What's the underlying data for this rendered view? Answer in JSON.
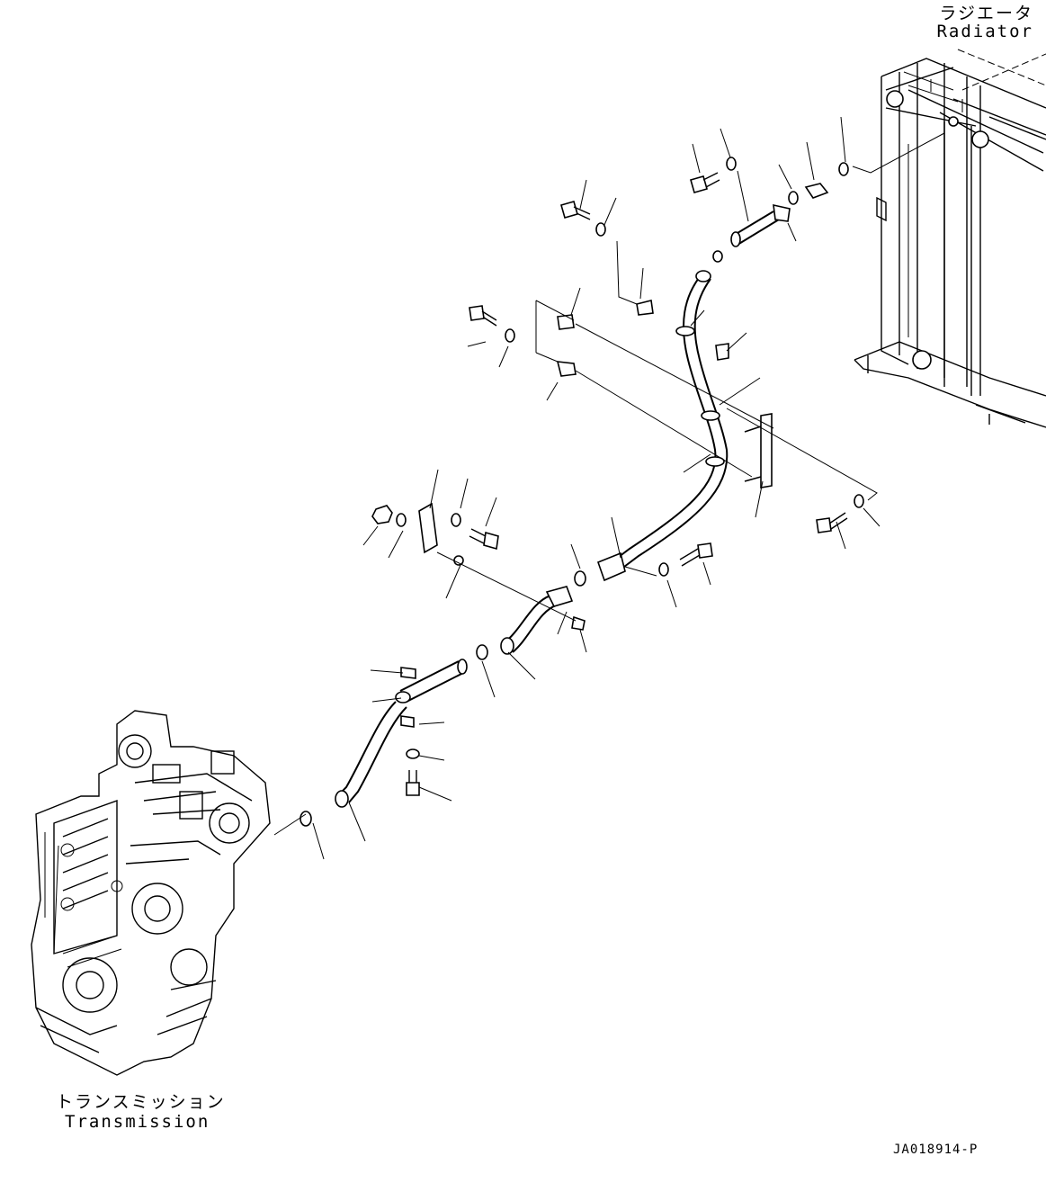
{
  "labels": {
    "radiator_jp": "ラジエータ",
    "radiator_en": "Radiator",
    "transmission_jp": "トランスミッション",
    "transmission_en": "Transmission",
    "drawing_code": "JA018914-P"
  },
  "colors": {
    "line": "#000000",
    "background": "#ffffff"
  }
}
